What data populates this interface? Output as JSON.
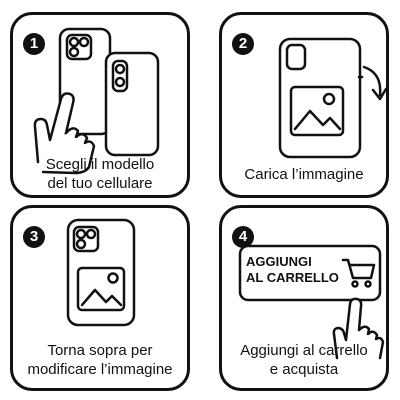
{
  "steps": [
    {
      "number": "1",
      "caption_line1": "Scegli il modello",
      "caption_line2": "del tuo cellulare",
      "icons": [
        "phone-back-icon",
        "hand-pointer-icon"
      ]
    },
    {
      "number": "2",
      "caption_line1": "Carica l’immagine",
      "icons": [
        "phone-image-icon",
        "rotate-arrow-icon"
      ]
    },
    {
      "number": "3",
      "caption_line1": "Torna sopra per",
      "caption_line2": "modificare l’immagine",
      "icons": [
        "phone-image-icon"
      ]
    },
    {
      "number": "4",
      "caption_line1": "Aggiungi al carrello",
      "caption_line2": "e acquista",
      "button_line1": "AGGIUNGI",
      "button_line2": "AL CARRELLO",
      "icons": [
        "cart-icon",
        "hand-pointer-icon"
      ]
    }
  ],
  "colors": {
    "ink": "#111111",
    "background": "#ffffff"
  }
}
